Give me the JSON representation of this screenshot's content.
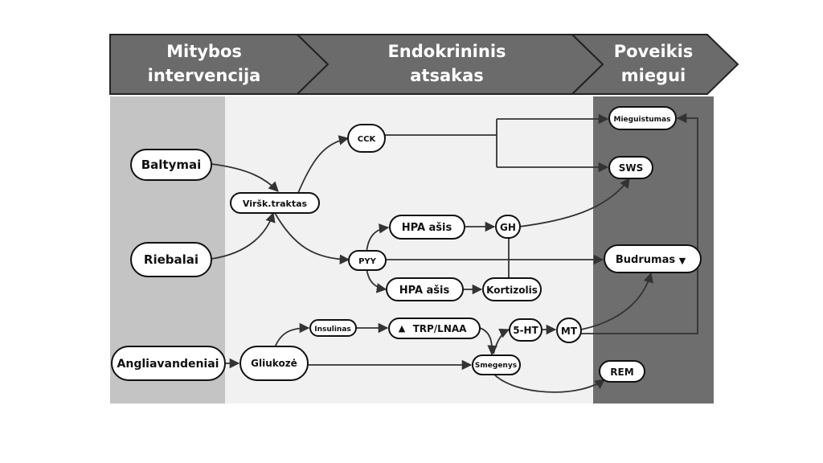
{
  "headers": [
    {
      "line1": "Mitybos",
      "line2": "intervencija"
    },
    {
      "line1": "Endokrininis",
      "line2": "atsakas"
    },
    {
      "line1": "Poveikis",
      "line2": "miegui"
    }
  ],
  "nodes": {
    "baltymai": "Baltymai",
    "riebalai": "Riebalai",
    "angliavandeniai": "Angliavandeniai",
    "virsk_traktas": "Viršk.traktas",
    "cck": "CCK",
    "pyy": "PYY",
    "hpa_asis_top": "HPA ašis",
    "hpa_asis_bottom": "HPA ašis",
    "gh": "GH",
    "kortizolis": "Kortizolis",
    "gliukoze": "Gliukozė",
    "insulinas": "Insulinas",
    "trp_lnaa": "TRP/LNAA",
    "trp_arrow": "▲",
    "smegenys": "Smegenys",
    "serotonin": "5-HT",
    "mt": "MT",
    "mieguistumas": "Mieguistumas",
    "sws": "SWS",
    "budrumas": "Budrumas",
    "budrumas_arrow": "▼",
    "rem": "REM"
  },
  "colors": {
    "header_fill": "#6b6b6b",
    "left_band": "#c4c4c4",
    "middle_band": "#f1f1f1",
    "right_band": "#6e6e6e"
  }
}
